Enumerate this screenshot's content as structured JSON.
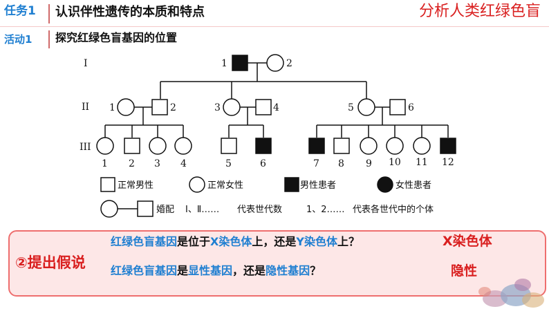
{
  "header": {
    "task_tag": "任务1",
    "task_title": "认识伴性遗传的本质和特点",
    "topic": "分析人类红绿色盲"
  },
  "activity": {
    "tag": "活动1",
    "title": "探究红绿色盲基因的位置"
  },
  "pedigree": {
    "generations": [
      "I",
      "II",
      "III"
    ],
    "legend": {
      "normal_male": "正常男性",
      "normal_female": "正常女性",
      "affected_male": "男性患者",
      "affected_female": "女性患者",
      "marriage": "婚配",
      "gen_symbols": "Ⅰ、Ⅱ……",
      "gen_meaning": "代表世代数",
      "ind_symbols": "1、2……",
      "ind_meaning": "代表各世代中的个体"
    },
    "individuals": [
      {
        "gen": 1,
        "id": "1",
        "sex": "male",
        "affected": true
      },
      {
        "gen": 1,
        "id": "2",
        "sex": "female",
        "affected": false
      },
      {
        "gen": 2,
        "id": "1",
        "sex": "female",
        "affected": false
      },
      {
        "gen": 2,
        "id": "2",
        "sex": "male",
        "affected": false
      },
      {
        "gen": 2,
        "id": "3",
        "sex": "female",
        "affected": false
      },
      {
        "gen": 2,
        "id": "4",
        "sex": "male",
        "affected": false
      },
      {
        "gen": 2,
        "id": "5",
        "sex": "female",
        "affected": false
      },
      {
        "gen": 2,
        "id": "6",
        "sex": "male",
        "affected": false
      },
      {
        "gen": 3,
        "id": "1",
        "sex": "female",
        "affected": false
      },
      {
        "gen": 3,
        "id": "2",
        "sex": "male",
        "affected": false
      },
      {
        "gen": 3,
        "id": "3",
        "sex": "female",
        "affected": false
      },
      {
        "gen": 3,
        "id": "4",
        "sex": "female",
        "affected": false
      },
      {
        "gen": 3,
        "id": "5",
        "sex": "male",
        "affected": false
      },
      {
        "gen": 3,
        "id": "6",
        "sex": "male",
        "affected": true
      },
      {
        "gen": 3,
        "id": "7",
        "sex": "male",
        "affected": true
      },
      {
        "gen": 3,
        "id": "8",
        "sex": "male",
        "affected": false
      },
      {
        "gen": 3,
        "id": "9",
        "sex": "female",
        "affected": false
      },
      {
        "gen": 3,
        "id": "10",
        "sex": "female",
        "affected": false
      },
      {
        "gen": 3,
        "id": "11",
        "sex": "female",
        "affected": false
      },
      {
        "gen": 3,
        "id": "12",
        "sex": "male",
        "affected": true
      }
    ]
  },
  "hypothesis": {
    "label": "②提出假说",
    "q1": {
      "p1": "红绿色盲基因",
      "p2": "是位于",
      "p3": "X染色体",
      "p4": "上，还是",
      "p5": "Y染色体",
      "p6": "上？"
    },
    "q2": {
      "p1": "红绿色盲基因",
      "p2": "是",
      "p3": "显性基因",
      "p4": "，还是",
      "p5": "隐性基因",
      "p6": "？"
    },
    "a1": "X染色体",
    "a2": "隐性"
  },
  "colors": {
    "accent_blue": "#1f7fd1",
    "accent_red": "#d91f1f",
    "box_bg": "#fde7e7"
  }
}
